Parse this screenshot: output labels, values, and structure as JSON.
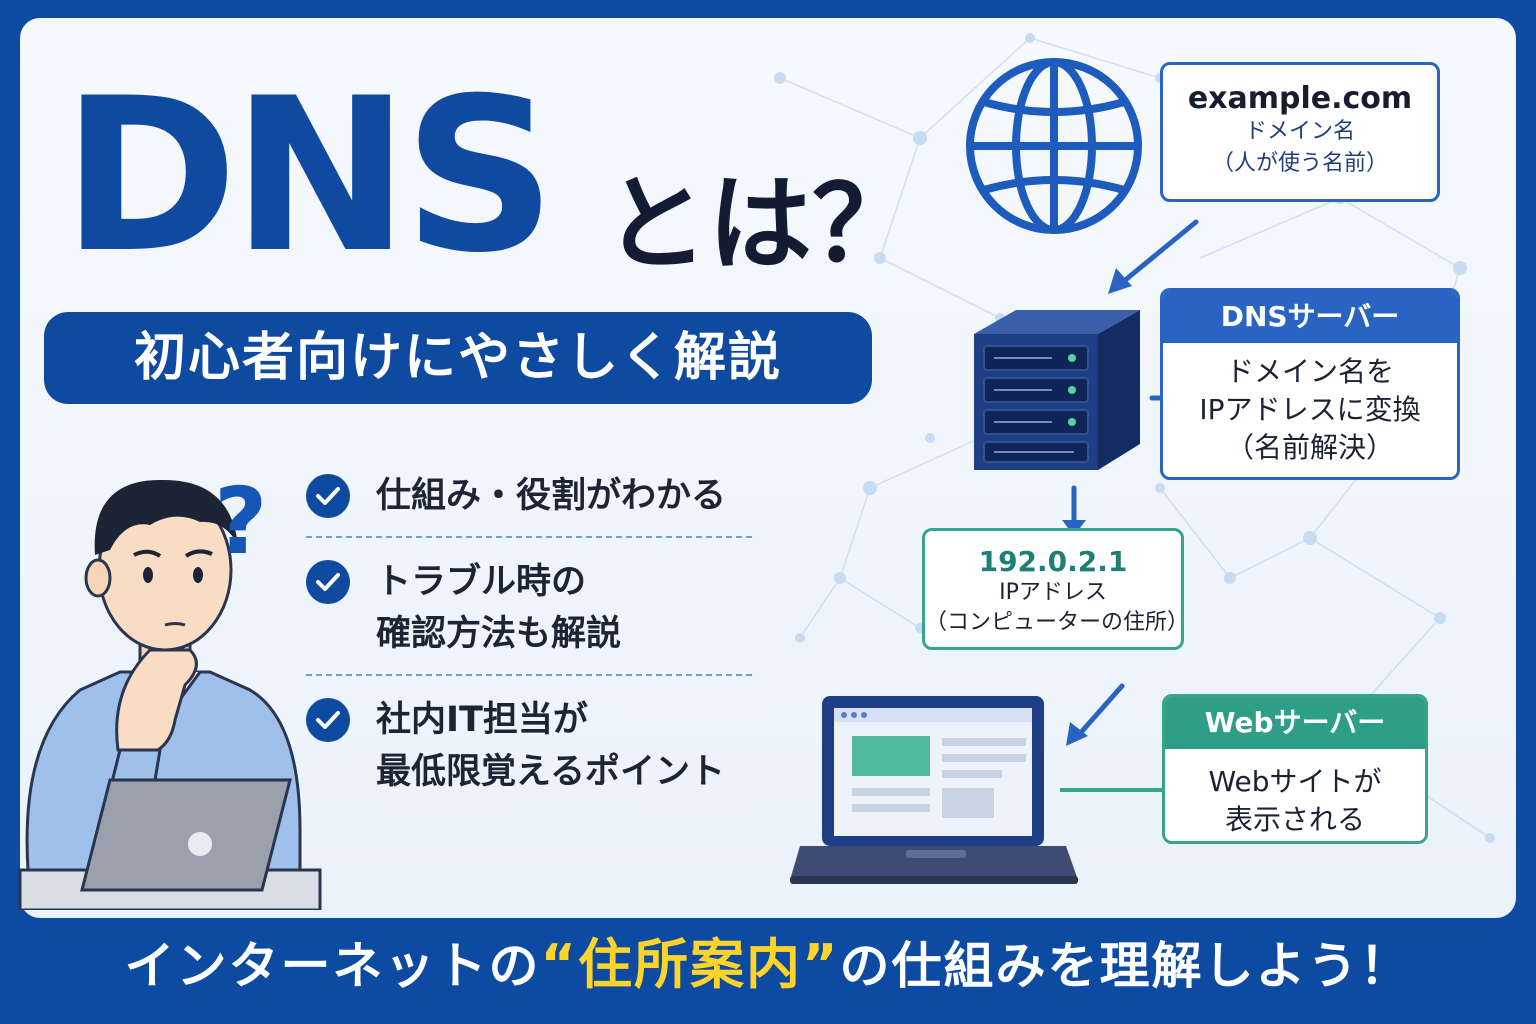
{
  "title": {
    "main": "DNS",
    "suffix": "とは？"
  },
  "subtitle": "初心者向けにやさしく解説",
  "question_mark": "?",
  "checklist": [
    {
      "lines": [
        "仕組み・役割がわかる"
      ]
    },
    {
      "lines": [
        "トラブル時の",
        "確認方法も解説"
      ]
    },
    {
      "lines": [
        "社内IT担当が",
        "最低限覚えるポイント"
      ]
    }
  ],
  "domain_box": {
    "main": "example.com",
    "line1": "ドメイン名",
    "line2": "（人が使う名前）"
  },
  "dns_box": {
    "header": "DNSサーバー",
    "line1": "ドメイン名を",
    "line2": "IPアドレスに変換",
    "line3": "（名前解決）"
  },
  "ip_box": {
    "main": "192.0.2.1",
    "line1": "IPアドレス",
    "line2": "（コンピューターの住所）"
  },
  "web_box": {
    "header": "Webサーバー",
    "line1": "Webサイトが",
    "line2": "表示される"
  },
  "bottom": {
    "before": "インターネットの",
    "highlight": "“住所案内”",
    "after": "の仕組みを理解しよう！"
  },
  "colors": {
    "brand_blue": "#0f4aa1",
    "accent_green": "#2f9e86",
    "highlight_yellow": "#ffd42a"
  },
  "icons": [
    "globe-icon",
    "server-icon",
    "laptop-icon",
    "check-icon",
    "person-illustration"
  ]
}
